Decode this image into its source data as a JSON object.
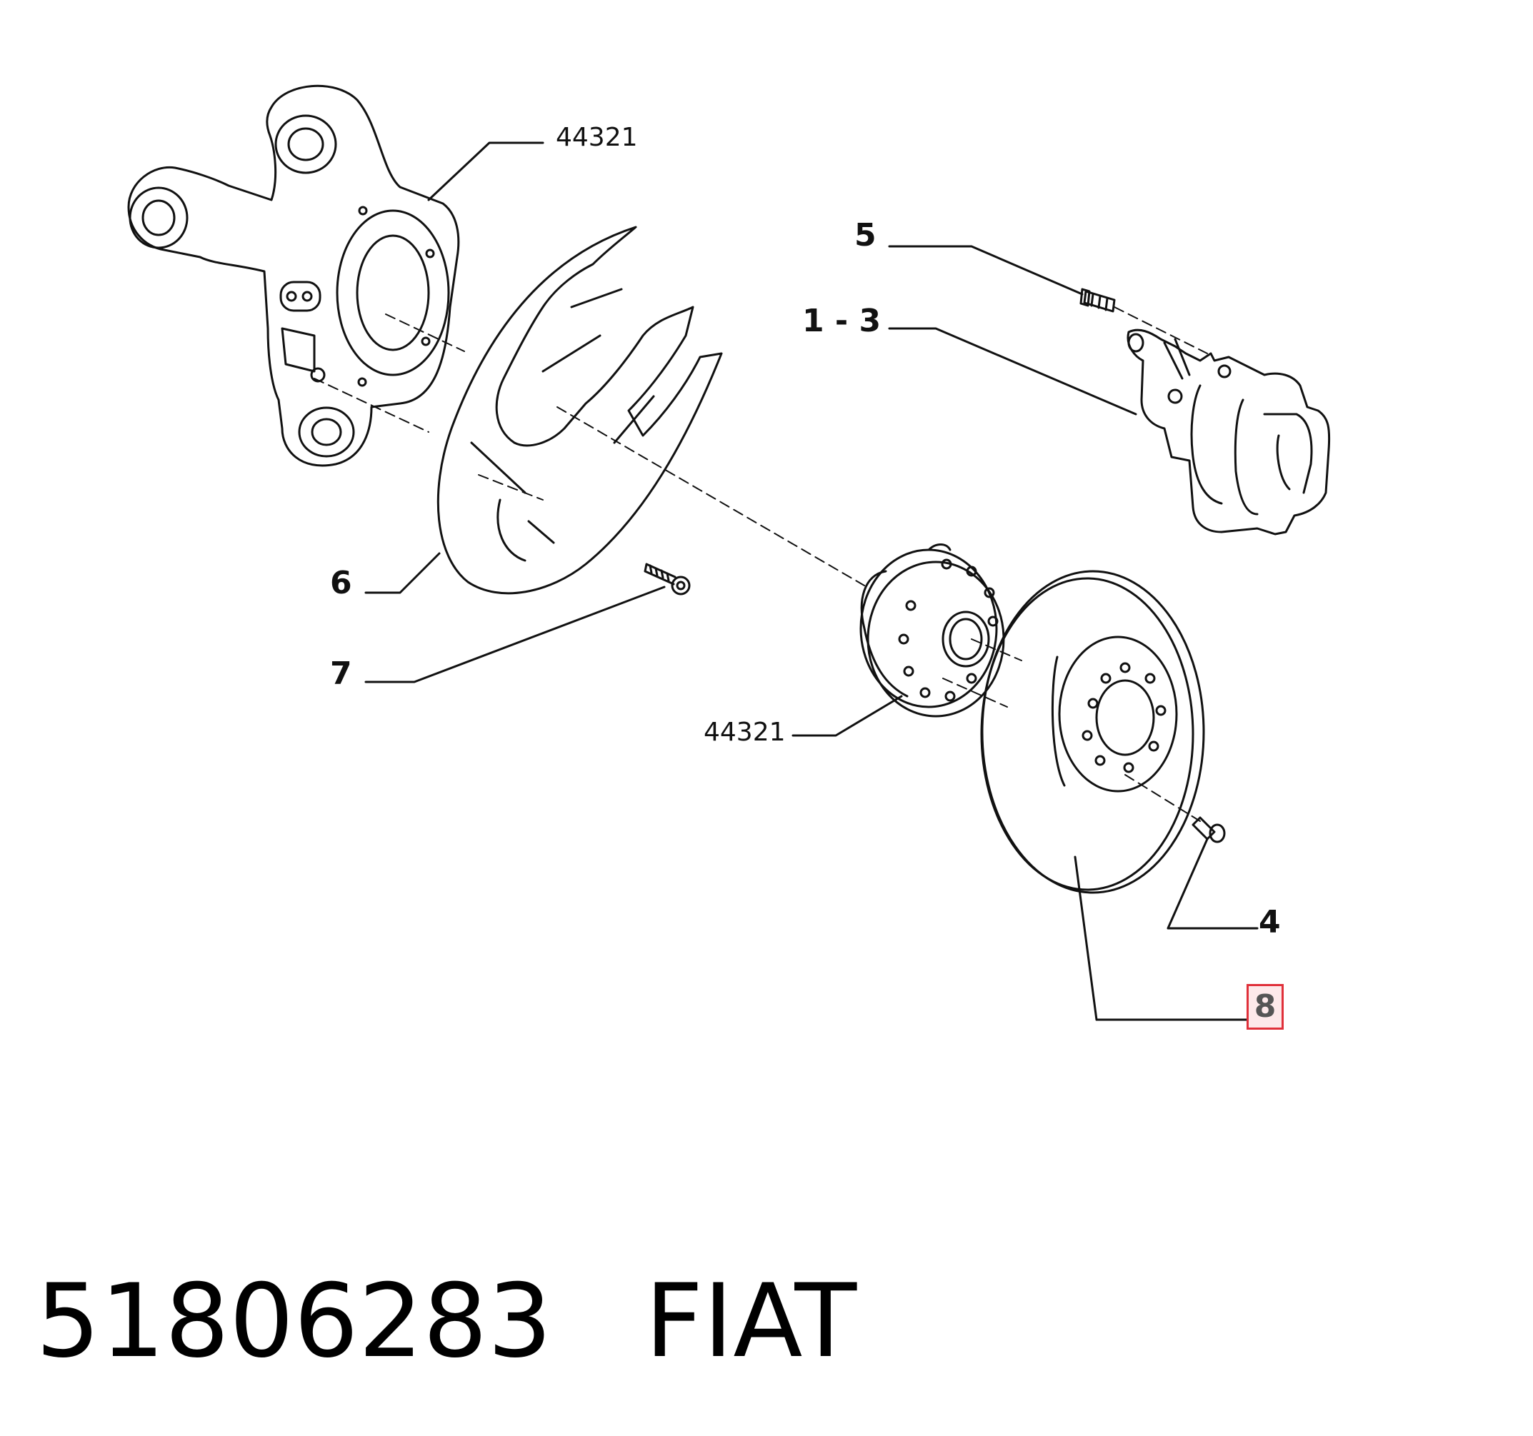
{
  "callouts": {
    "knuckle": "44321",
    "bolt_5": "5",
    "caliper": "1 - 3",
    "shield": "6",
    "bolt_7": "7",
    "hub": "44321",
    "screw_4": "4",
    "disc_8": "8"
  },
  "footer": {
    "part_number": "51806283",
    "brand": "FIAT"
  },
  "colors": {
    "line": "#111111",
    "highlight_border": "#e0303a",
    "highlight_fill": "#fde9ea"
  }
}
